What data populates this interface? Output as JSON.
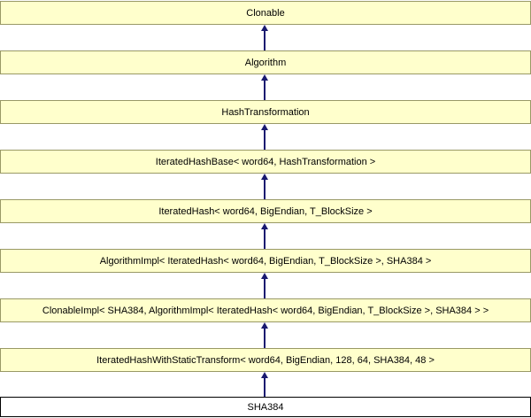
{
  "diagram": {
    "type": "class-inheritance-diagram",
    "direction": "arrows point upward from derived class to base class",
    "nodes": [
      {
        "label": "Clonable",
        "role": "base-class"
      },
      {
        "label": "Algorithm",
        "role": "base-class"
      },
      {
        "label": "HashTransformation",
        "role": "base-class"
      },
      {
        "label": "IteratedHashBase< word64, HashTransformation >",
        "role": "base-class"
      },
      {
        "label": "IteratedHash< word64, BigEndian, T_BlockSize >",
        "role": "base-class"
      },
      {
        "label": "AlgorithmImpl< IteratedHash< word64, BigEndian, T_BlockSize >, SHA384 >",
        "role": "base-class"
      },
      {
        "label": "ClonableImpl< SHA384, AlgorithmImpl< IteratedHash< word64, BigEndian, T_BlockSize >, SHA384 > >",
        "role": "base-class"
      },
      {
        "label": "IteratedHashWithStaticTransform< word64, BigEndian, 128, 64, SHA384, 48 >",
        "role": "base-class"
      },
      {
        "label": "SHA384",
        "role": "current-class"
      }
    ],
    "colors": {
      "node_fill": "#ffffcc",
      "node_border": "#999966",
      "current_node_fill": "#ffffff",
      "current_node_border": "#000000",
      "arrow": "#191970",
      "text": "#000000",
      "background": "#ffffff"
    }
  }
}
